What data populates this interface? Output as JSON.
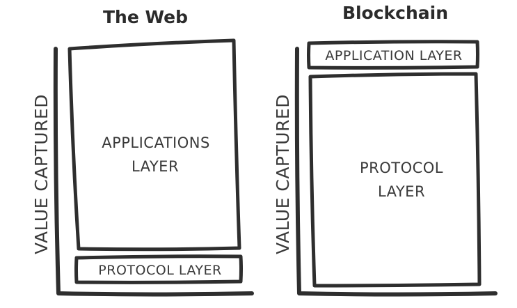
{
  "diagrams": [
    {
      "title": "The Web",
      "axis_label": "VALUE CAPTURED",
      "layers": [
        {
          "line1": "APPLICATIONS",
          "line2": "LAYER"
        },
        {
          "line1": "PROTOCOL LAYER",
          "line2": ""
        }
      ]
    },
    {
      "title": "Blockchain",
      "axis_label": "VALUE CAPTURED",
      "layers": [
        {
          "line1": "APPLICATION LAYER",
          "line2": ""
        },
        {
          "line1": "PROTOCOL",
          "line2": "LAYER"
        }
      ]
    }
  ],
  "colors": {
    "ink": "#2e2e2e",
    "background": "#ffffff"
  }
}
